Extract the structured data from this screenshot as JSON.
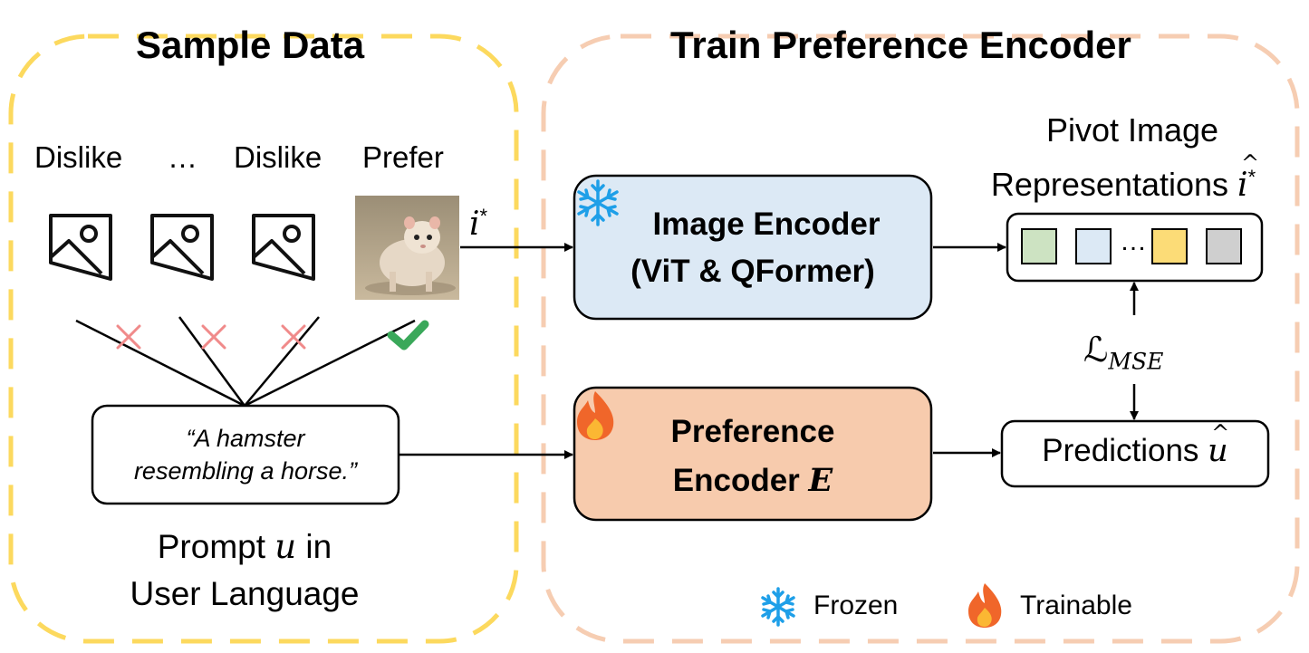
{
  "panels": {
    "sample": {
      "title": "Sample Data"
    },
    "train": {
      "title": "Train Preference Encoder"
    }
  },
  "sample": {
    "columns": [
      {
        "label": "Dislike",
        "image_icon": "image-placeholder-icon",
        "mark_icon": "cross-icon",
        "mark_color": "#f08a8a"
      },
      {
        "label": "…",
        "image_icon": "image-placeholder-icon",
        "mark_icon": "cross-icon",
        "mark_color": "#f08a8a"
      },
      {
        "label": "Dislike",
        "image_icon": "image-placeholder-icon",
        "mark_icon": "cross-icon",
        "mark_color": "#f08a8a"
      },
      {
        "label": "Prefer",
        "image_icon": "hamster-photo",
        "mark_icon": "check-icon",
        "mark_color": "#3aa85a"
      }
    ],
    "prompt_text_line1": "“A hamster",
    "prompt_text_line2": "resembling a horse.”",
    "caption_prefix": "Prompt",
    "caption_var": "u",
    "caption_suffix": "in",
    "caption_line2": "User Language"
  },
  "arrow_label": {
    "symbol": "i",
    "superscript": "*"
  },
  "image_encoder": {
    "line1": "Image Encoder",
    "line2": "(ViT & QFormer)",
    "icon": "snowflake-icon",
    "fill": "#dce9f5"
  },
  "preference_encoder": {
    "line1": "Preference",
    "line2_text": "Encoder",
    "line2_var": "E",
    "icon": "flame-icon",
    "fill": "#f7cbad"
  },
  "pivot": {
    "title_line1": "Pivot Image",
    "title_line2": "Representations",
    "symbol": "i",
    "hat": "^",
    "superscript": "*",
    "ellipsis": "…",
    "squares": [
      "#cde3c2",
      "#dce9f5",
      "#fcdc77",
      "#cfcfcf"
    ]
  },
  "loss": {
    "symbol": "ℒ",
    "subscript": "MSE"
  },
  "predictions": {
    "text": "Predictions",
    "symbol": "u",
    "hat": "^"
  },
  "legend": {
    "frozen_label": "Frozen",
    "frozen_icon": "snowflake-icon",
    "trainable_label": "Trainable",
    "trainable_icon": "flame-icon"
  },
  "colors": {
    "sample_border": "#fcd95e",
    "train_border": "#f6cdb2",
    "snowflake": "#1e9fe8",
    "flame_outer": "#f0662a",
    "flame_inner": "#fbb733"
  }
}
